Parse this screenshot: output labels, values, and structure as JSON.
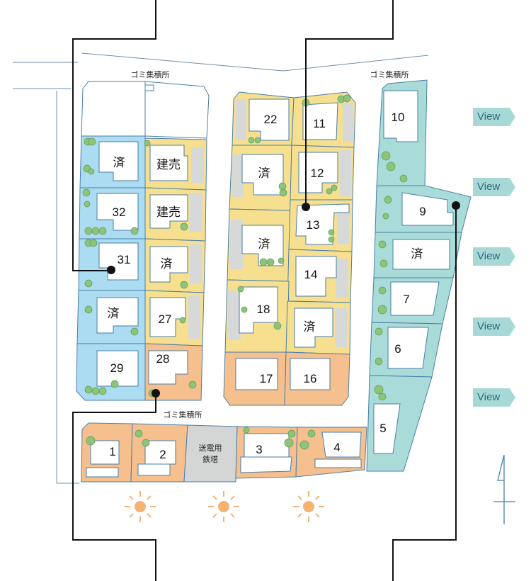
{
  "garbage_label": "ゴミ集積所",
  "tower_label": [
    "送電用",
    "鉄塔"
  ],
  "view_label": "View",
  "lots": {
    "l1": "済",
    "l2": "建売",
    "l3": "32",
    "l4": "建売",
    "l5": "31",
    "l6": "済",
    "l7": "済",
    "l8": "27",
    "l9": "29",
    "l10": "28",
    "m1": "22",
    "m2": "11",
    "m3": "済",
    "m4": "12",
    "m5": "13",
    "m6": "済",
    "m7": "14",
    "m8": "18",
    "m9": "済",
    "m10": "17",
    "m11": "16",
    "r1": "10",
    "r2": "9",
    "r3": "済",
    "r4": "7",
    "r5": "6",
    "r6": "5",
    "b1": "1",
    "b2": "2",
    "b3": "3",
    "b4": "4"
  },
  "colors": {
    "sold_blue": "#acdcf2",
    "yellow": "#f6e08f",
    "orange": "#f5bf8e",
    "teal": "#a9dcd9"
  }
}
